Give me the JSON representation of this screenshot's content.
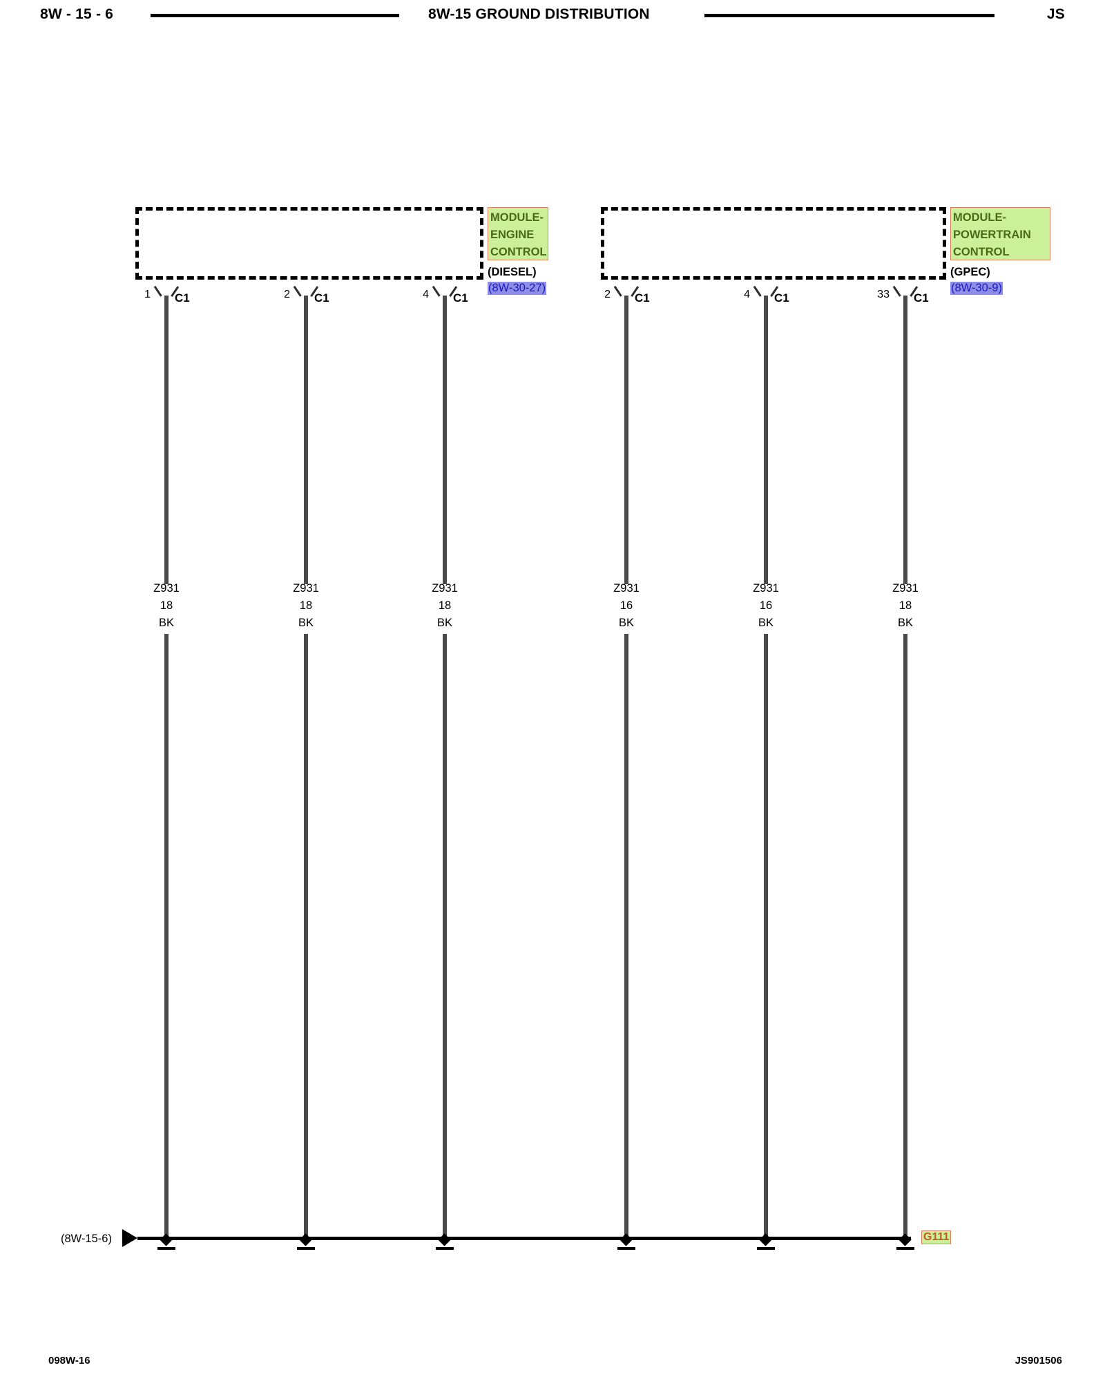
{
  "header": {
    "page_id": "8W - 15 - 6",
    "title": "8W-15 GROUND DISTRIBUTION",
    "book_code": "JS"
  },
  "modules": [
    {
      "name": "MODULE-\nENGINE\nCONTROL",
      "variant": "(DIESEL)",
      "reference": "(8W-30-27)",
      "connector": "C1",
      "pins": [
        {
          "pin": "1",
          "connector": "C1",
          "wire_id": "Z931",
          "gauge": "18",
          "color": "BK"
        },
        {
          "pin": "2",
          "connector": "C1",
          "wire_id": "Z931",
          "gauge": "18",
          "color": "BK"
        },
        {
          "pin": "4",
          "connector": "C1",
          "wire_id": "Z931",
          "gauge": "18",
          "color": "BK"
        }
      ]
    },
    {
      "name": "MODULE-\nPOWERTRAIN\nCONTROL",
      "variant": "(GPEC)",
      "reference": "(8W-30-9)",
      "connector": "C1",
      "pins": [
        {
          "pin": "2",
          "connector": "C1",
          "wire_id": "Z931",
          "gauge": "16",
          "color": "BK"
        },
        {
          "pin": "4",
          "connector": "C1",
          "wire_id": "Z931",
          "gauge": "16",
          "color": "BK"
        },
        {
          "pin": "33",
          "connector": "C1",
          "wire_id": "Z931",
          "gauge": "18",
          "color": "BK"
        }
      ]
    }
  ],
  "ground_bus": {
    "continuation_ref": "(8W-15-6)",
    "ground_label": "G111"
  },
  "footer": {
    "left": "098W-16",
    "right": "JS901506"
  },
  "colors": {
    "highlight_green": "#ccf09a",
    "highlight_purple": "#8e8ee8",
    "module_text": "#4a6a1a",
    "ref_text": "#1a1ac0",
    "ground_text": "#c05a20",
    "wire": "#4a4a4a"
  }
}
